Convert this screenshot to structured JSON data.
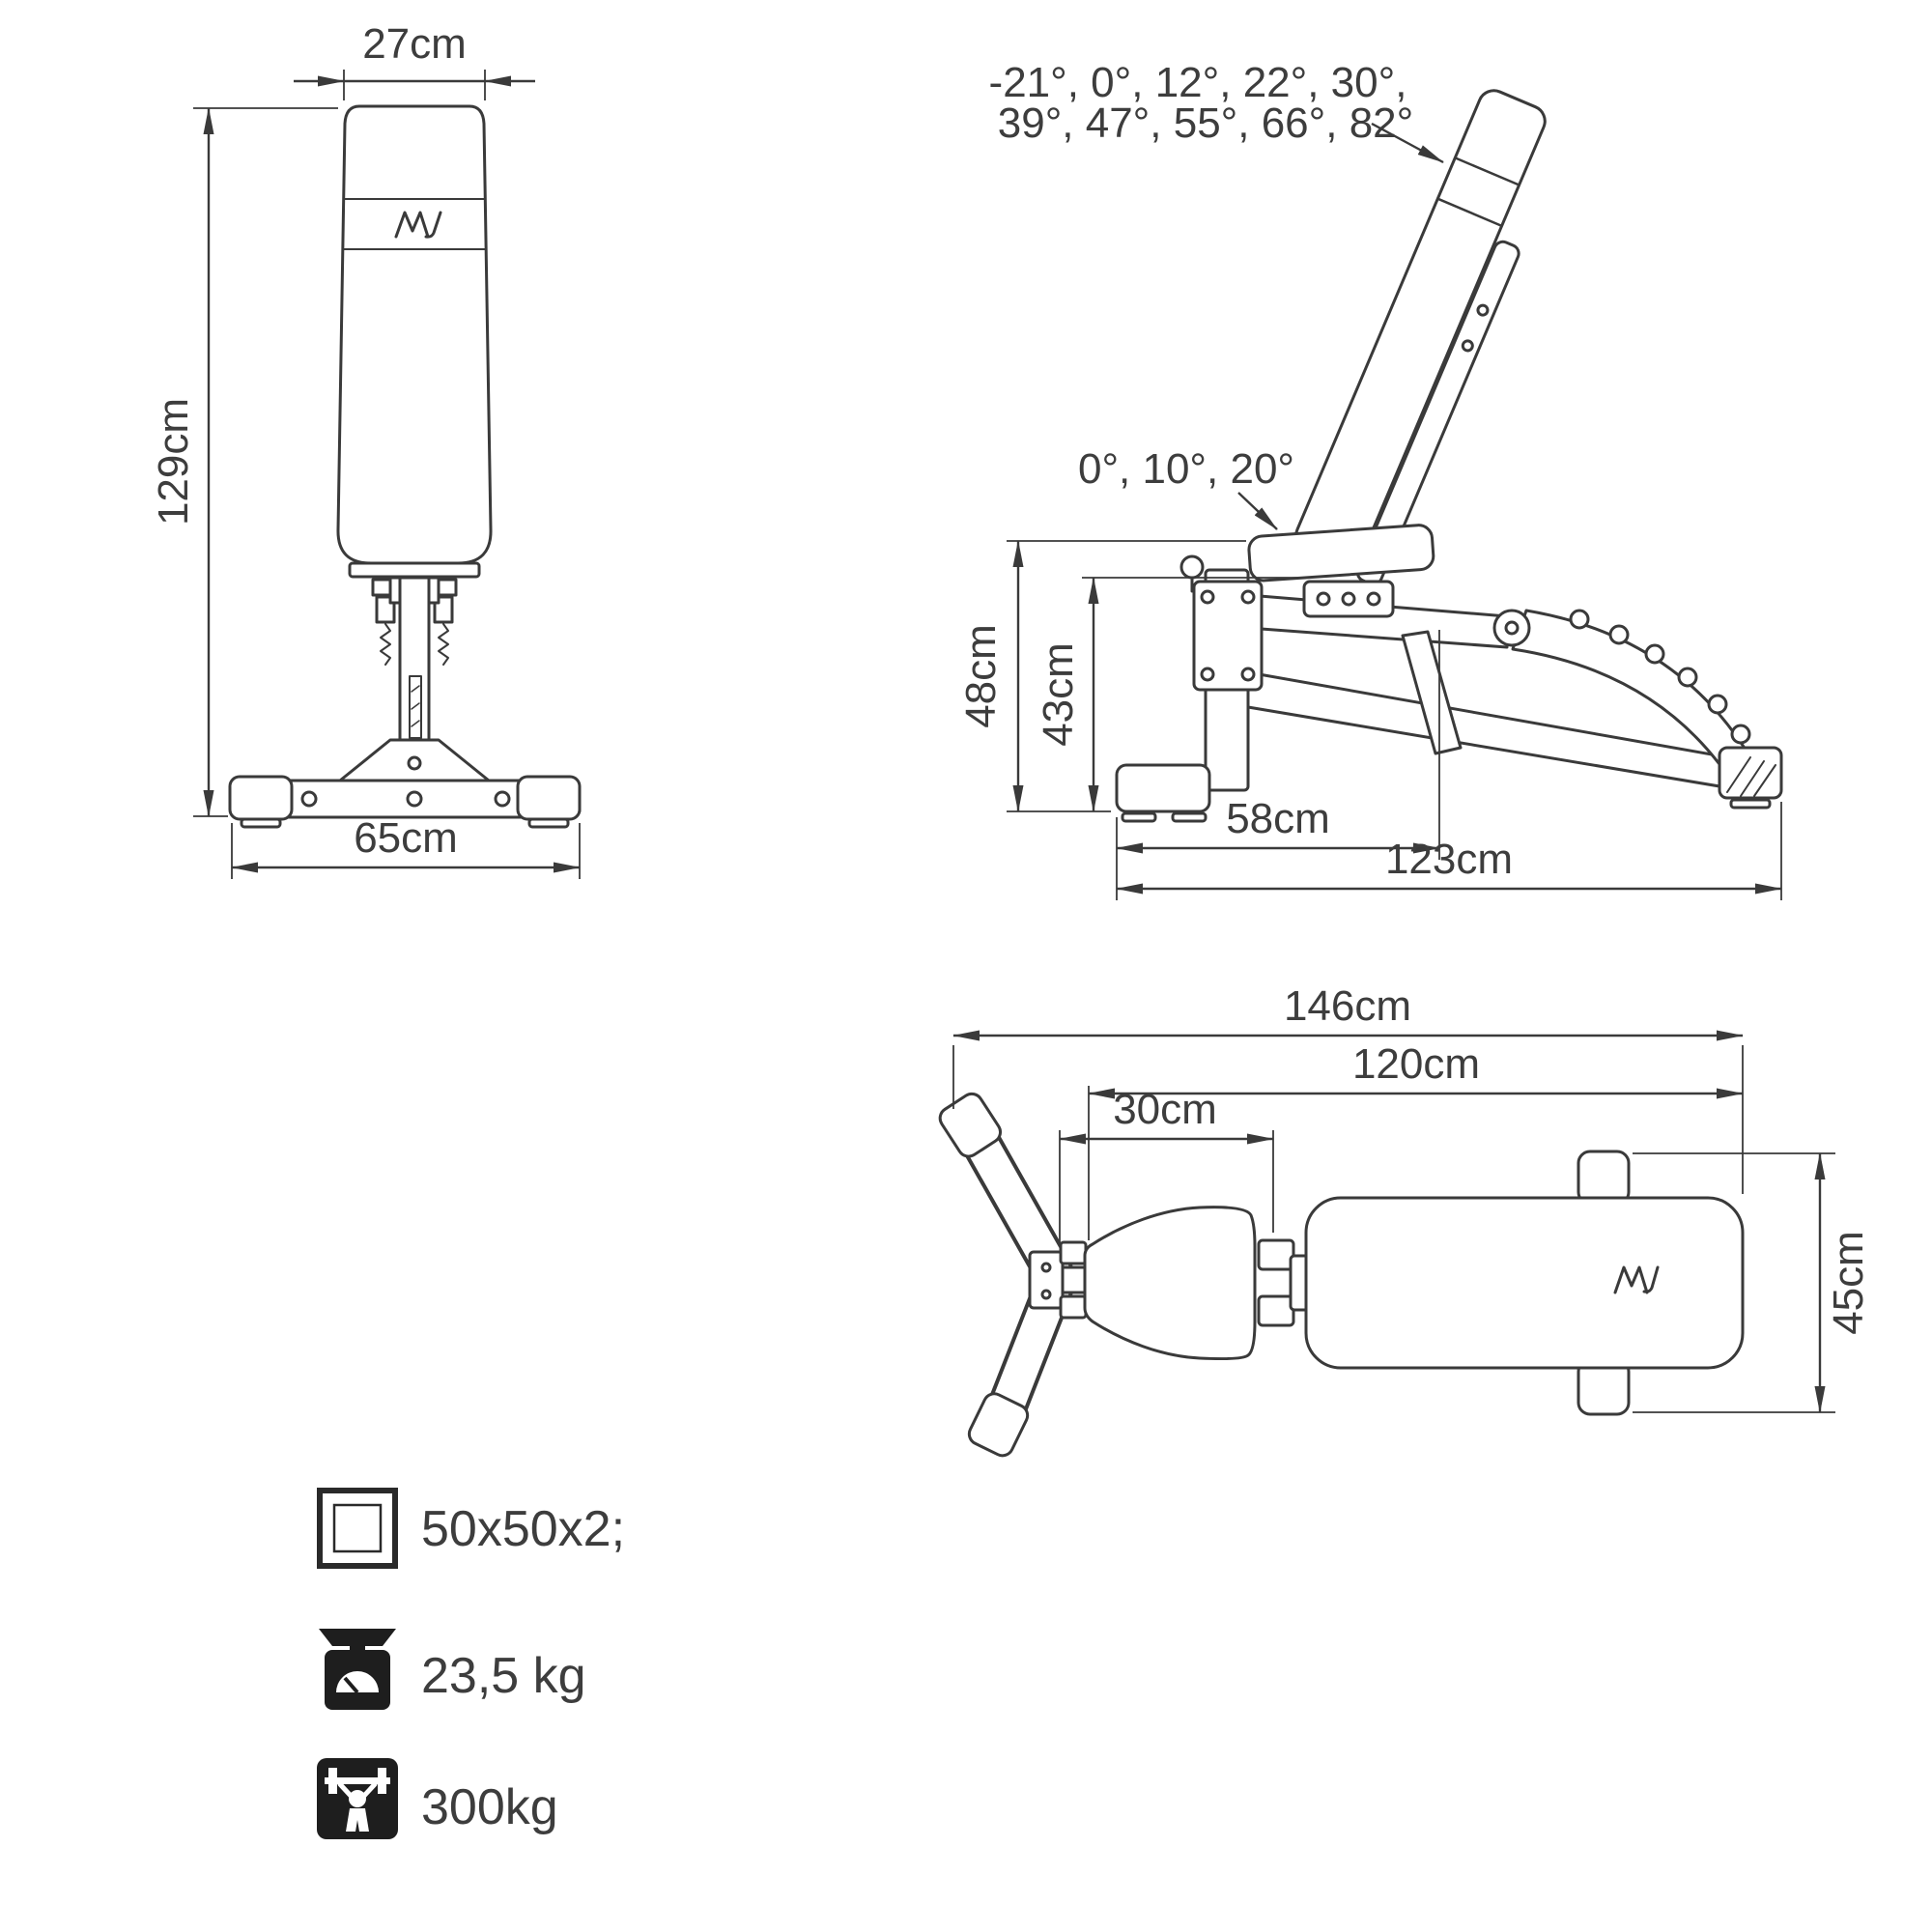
{
  "front_view": {
    "top_width": "27cm",
    "height": "129cm",
    "base_width": "65cm"
  },
  "side_view": {
    "backrest_angles_1": "-21°, 0°, 12°, 22°, 30°,",
    "backrest_angles_2": "39°, 47°, 55°, 66°, 82°",
    "seat_angles": "0°, 10°, 20°",
    "seat_height": "48cm",
    "frame_height": "43cm",
    "front_to_hinge_length": "58cm",
    "total_length": "123cm"
  },
  "top_view": {
    "total_length": "146cm",
    "pad_span": "120cm",
    "seat_length": "30cm",
    "bench_width": "45cm"
  },
  "specs": {
    "tube_profile": "50x50x2;",
    "weight": "23,5 kg",
    "max_load": "300kg"
  },
  "colors": {
    "line": "#3a3a3a",
    "icon_fill": "#1e1e1e"
  }
}
